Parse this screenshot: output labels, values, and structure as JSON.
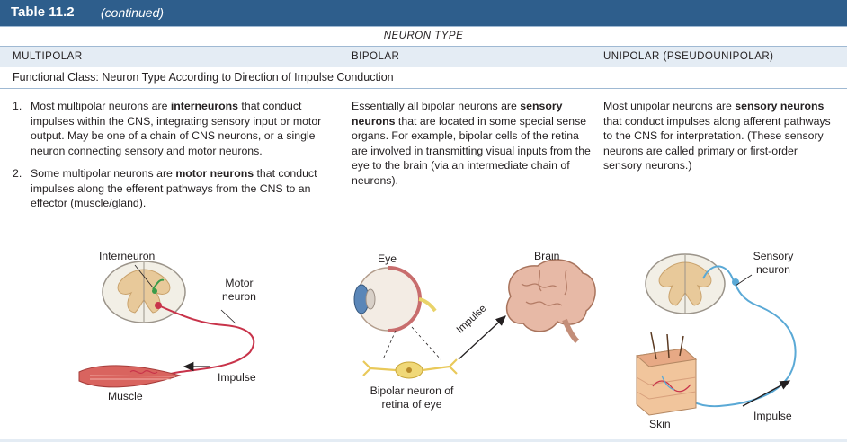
{
  "table": {
    "number": "Table 11.2",
    "continued": "(continued)"
  },
  "neuron_type": "NEURON TYPE",
  "columns": [
    "MULTIPOLAR",
    "BIPOLAR",
    "UNIPOLAR (PSEUDOUNIPOLAR)"
  ],
  "functional_class": "Functional Class: Neuron Type According to Direction of Impulse Conduction",
  "multipolar": {
    "item1": {
      "num": "1.",
      "pre": "Most multipolar neurons are ",
      "bold": "interneurons",
      "post": " that conduct impulses within the CNS, integrating sensory input or motor output. May be one of a chain of CNS neurons, or a single neuron connecting sensory and motor neurons."
    },
    "item2": {
      "num": "2.",
      "pre": "Some multipolar neurons are ",
      "bold": "motor neurons",
      "post": " that conduct impulses along the efferent pathways from the CNS to an effector (muscle/gland)."
    }
  },
  "bipolar": {
    "pre": "Essentially all bipolar neurons are ",
    "bold": "sensory neurons",
    "post": " that are located in some special sense organs. For example, bipolar cells of the retina are involved in transmitting visual inputs from the eye to the brain (via an intermediate chain of neurons)."
  },
  "unipolar": {
    "pre": "Most unipolar neurons are ",
    "bold": "sensory neurons",
    "post": " that conduct impulses along afferent pathways to the CNS for interpretation. (These sensory neurons are called primary or first-order sensory neurons.)"
  },
  "figure_labels": {
    "interneuron": "Interneuron",
    "motor_neuron": "Motor neuron",
    "impulse_1": "Impulse",
    "muscle": "Muscle",
    "eye": "Eye",
    "brain": "Brain",
    "impulse_2": "Impulse",
    "bipolar_neuron": "Bipolar neuron of retina of eye",
    "sensory_neuron": "Sensory neuron",
    "skin": "Skin",
    "impulse_3": "Impulse"
  },
  "colors": {
    "header_blue": "#2e5e8c",
    "light_blue": "#e4ecf4",
    "axon_red": "#c8334a",
    "axon_blue": "#5aa9d6",
    "neuron_green": "#3a9b4a"
  }
}
